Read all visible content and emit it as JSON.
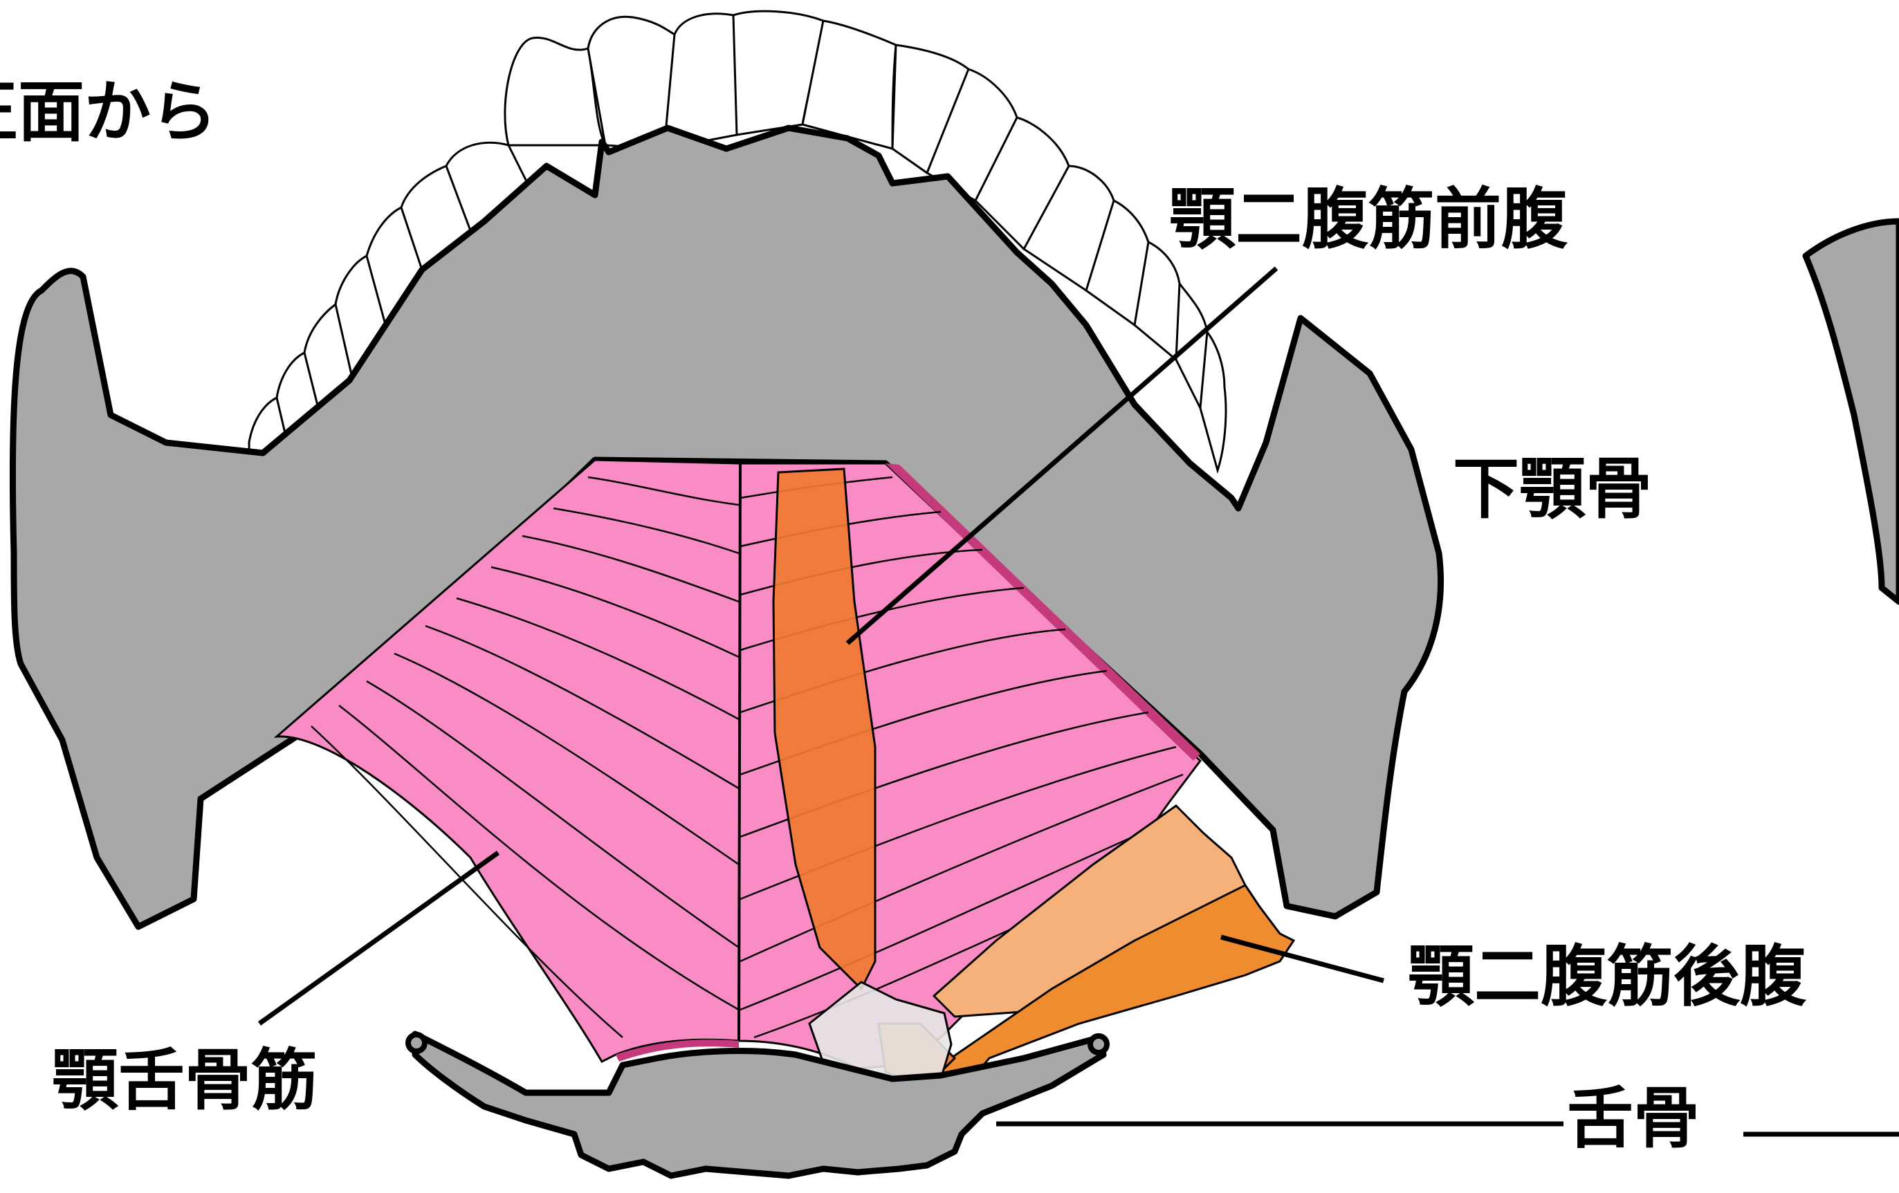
{
  "labels": {
    "view": "正面から",
    "anterior_belly": "顎二腹筋前腹",
    "mandible": "下顎骨",
    "posterior_belly": "顎二腹筋後腹",
    "mylohyoid": "顎舌骨筋",
    "hyoid": "舌骨"
  },
  "colors": {
    "bone": "#a8a8a8",
    "mylohyoid": "#fa8cc5",
    "mylohyoid_edge": "#c43a7a",
    "anterior_belly": "#f07a30",
    "posterior_belly_light": "#f6b07a",
    "posterior_belly": "#f08c30",
    "tooth": "#ffffff",
    "outline": "#000000"
  }
}
